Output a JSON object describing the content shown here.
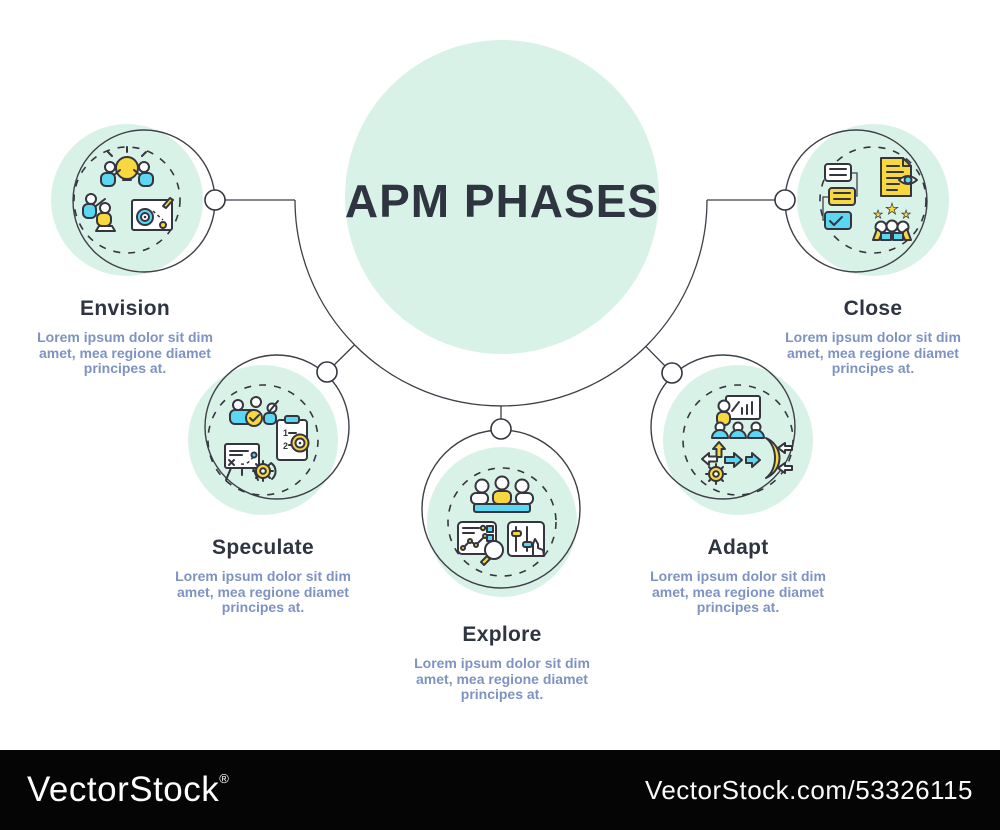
{
  "title": "APM PHASES",
  "phases": [
    {
      "id": "envision",
      "label": "Envision",
      "description": "Lorem ipsum dolor sit dim amet, mea regione diamet principes at."
    },
    {
      "id": "speculate",
      "label": "Speculate",
      "description": "Lorem ipsum dolor sit dim amet, mea regione diamet principes at."
    },
    {
      "id": "explore",
      "label": "Explore",
      "description": "Lorem ipsum dolor sit dim amet, mea regione diamet principes at."
    },
    {
      "id": "adapt",
      "label": "Adapt",
      "description": "Lorem ipsum dolor sit dim amet, mea regione diamet principes at."
    },
    {
      "id": "close",
      "label": "Close",
      "description": "Lorem ipsum dolor sit dim amet, mea regione diamet principes at."
    }
  ],
  "icons": {
    "envision": {
      "name": "team-brainstorm-lightbulb-strategy-icon"
    },
    "speculate": {
      "name": "team-check-clipboard-easel-gear-icon",
      "clipboard_items": [
        "1",
        "2"
      ]
    },
    "explore": {
      "name": "meeting-chart-magnifier-sliders-icon"
    },
    "adapt": {
      "name": "presentation-direction-arrows-gear-icon"
    },
    "close": {
      "name": "flowchart-document-review-celebration-icon",
      "star_glyph": "★"
    }
  },
  "watermark": {
    "brand": "VectorStock",
    "registered": "®",
    "url": "VectorStock.com/53326115"
  },
  "palette": {
    "mint": "#d9f2e7",
    "cyan": "#5cd7f2",
    "yellow": "#f7d83f",
    "icon_outline": "#35353f",
    "connector_line": "#3f3f49",
    "heading_text": "#2e3440",
    "body_text": "#7e93c2",
    "watermark_bg": "#050505",
    "watermark_text": "#ffffff"
  }
}
